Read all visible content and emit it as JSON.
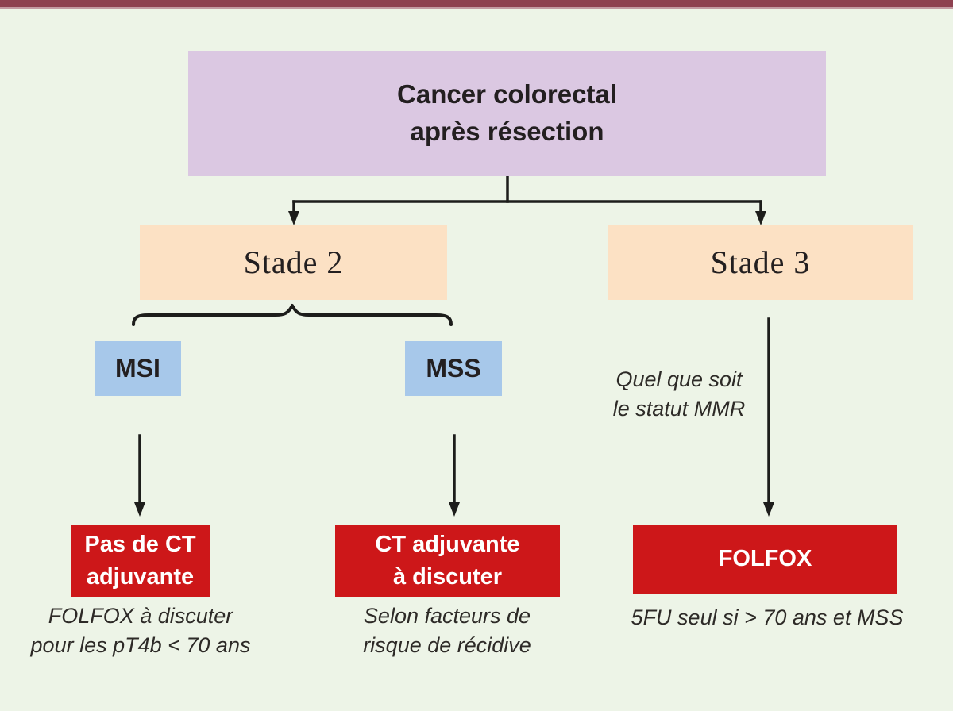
{
  "colors": {
    "topbar": "#8e4150",
    "topbar-edge": "#c49ba3",
    "background": "#edf4e7",
    "root-fill": "#dbc8e2",
    "stage-fill": "#fce1c4",
    "marker-fill": "#a7c8ea",
    "outcome-fill": "#cd1719",
    "ink": "#231f20",
    "note-ink": "#2d2a27",
    "line": "#1d1d1b"
  },
  "nodes": {
    "root": {
      "label": "Cancer colorectal\naprès résection"
    },
    "stade2": {
      "label": "Stade 2"
    },
    "stade3": {
      "label": "Stade 3"
    },
    "msi": {
      "label": "MSI"
    },
    "mss": {
      "label": "MSS"
    },
    "outcome_msi": {
      "label": "Pas de CT\nadjuvante",
      "note": "FOLFOX à discuter\npour les pT4b < 70 ans"
    },
    "outcome_mss": {
      "label": "CT adjuvante\nà discuter",
      "note": "Selon facteurs de\nrisque de récidive"
    },
    "outcome_stade3": {
      "label": "FOLFOX",
      "note": "5FU seul si > 70 ans et MSS",
      "annotation": "Quel que soit\nle statut MMR"
    }
  }
}
